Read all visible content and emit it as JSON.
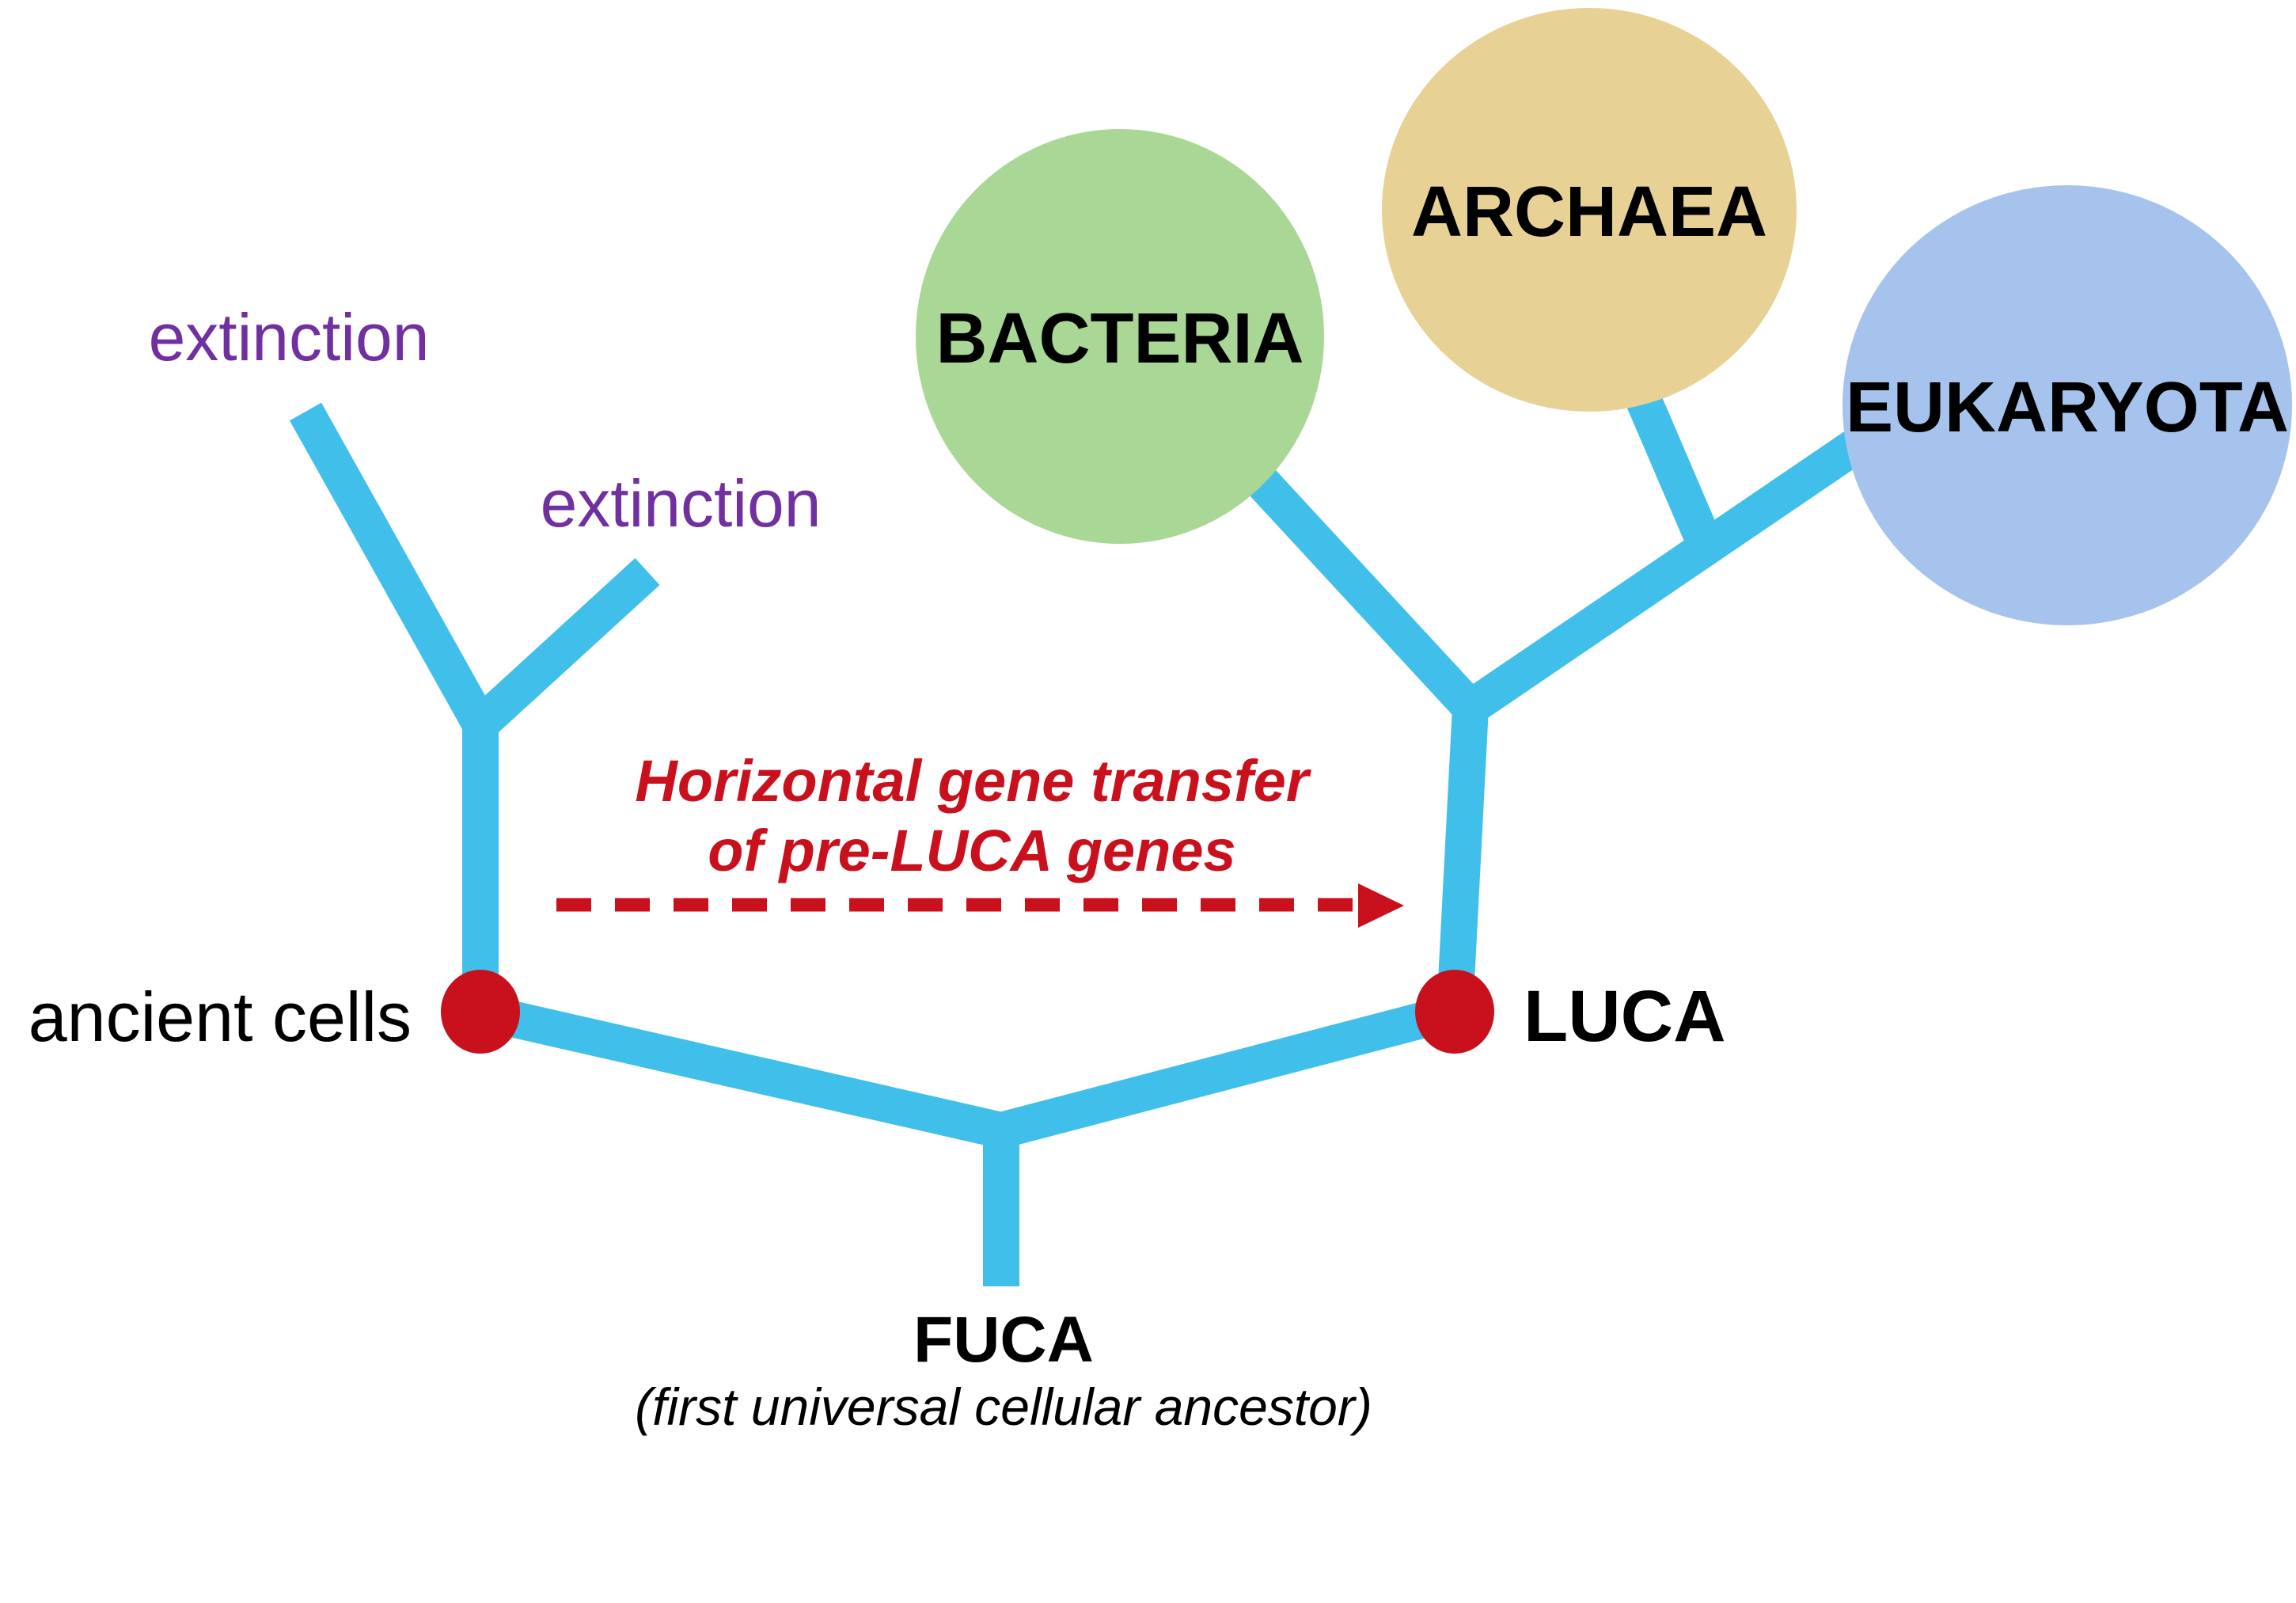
{
  "diagram": {
    "clades": [
      {
        "id": "bacteria",
        "label": "BACTERIA",
        "fill": "#a9d795"
      },
      {
        "id": "archaea",
        "label": "ARCHAEA",
        "fill": "#e7d195"
      },
      {
        "id": "eukaryota",
        "label": "EUKARYOTA",
        "fill": "#a5c3ec"
      }
    ],
    "nodes": {
      "ancient_cells": {
        "label": "ancient cells"
      },
      "luca": {
        "label": "LUCA"
      },
      "fuca": {
        "label": "FUCA",
        "subtitle": "(first universal cellular ancestor)"
      }
    },
    "branch_labels": {
      "extinction_left": "extinction",
      "extinction_right": "extinction"
    },
    "annotation": {
      "line1": "Horizontal gene transfer",
      "line2": "of pre-LUCA genes"
    },
    "colors": {
      "branch": "#41bfeb",
      "node_dot": "#c9101d",
      "annotation_red": "#c9111d",
      "extinction_text": "#7030a0",
      "label_text": "#000000"
    }
  }
}
